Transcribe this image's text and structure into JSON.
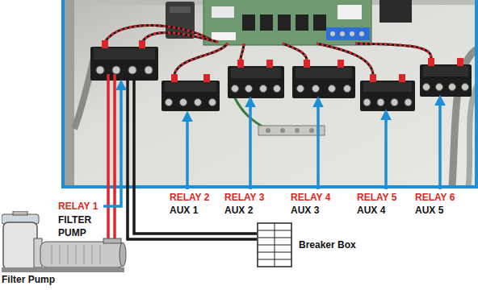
{
  "diagram": {
    "nodes": [
      {
        "text": [
          "Filter Pump"
        ]
      },
      {
        "text": [
          "Breaker Box"
        ]
      }
    ],
    "labels": [
      "RELAY 1",
      "FILTER PUMP",
      "RELAY 2",
      "AUX 1",
      "RELAY 3",
      "AUX 2",
      "RELAY 4",
      "AUX 3",
      "RELAY 5",
      "AUX 4",
      "RELAY 6",
      "AUX 5"
    ]
  }
}
